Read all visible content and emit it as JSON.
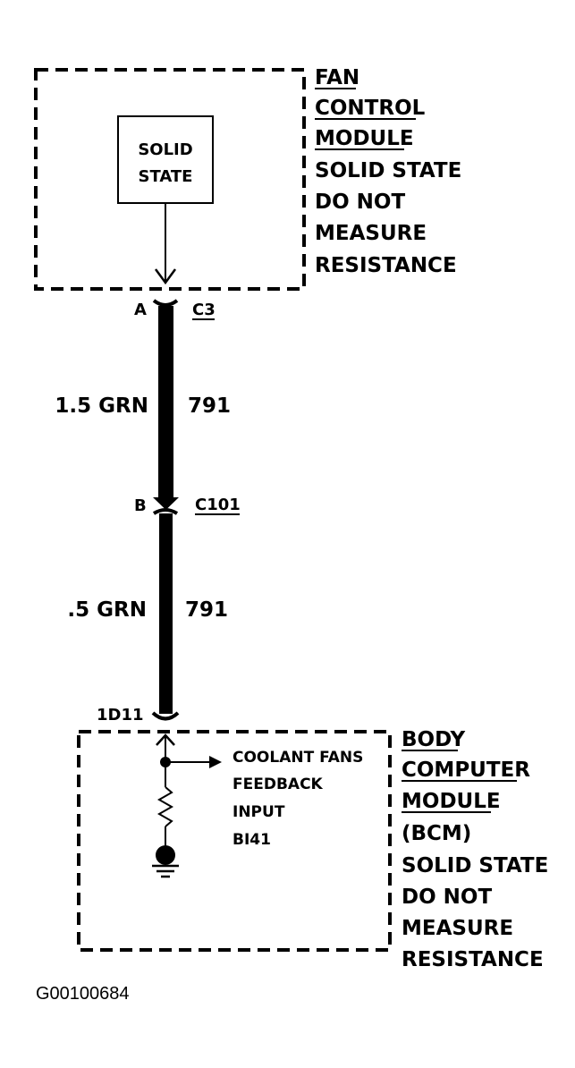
{
  "fan_control_module": {
    "title_lines": [
      "FAN",
      "CONTROL",
      "MODULE"
    ],
    "note_lines": [
      "SOLID STATE",
      "DO NOT",
      "MEASURE",
      "RESISTANCE"
    ],
    "inner_box_lines": [
      "SOLID",
      "STATE"
    ]
  },
  "connectors": {
    "top": {
      "pin": "A",
      "connector": "C3"
    },
    "middle": {
      "pin": "B",
      "connector": "C101"
    },
    "bottom": {
      "pin": "1D11"
    }
  },
  "wires": [
    {
      "size_color": "1.5 GRN",
      "circuit": "791"
    },
    {
      "size_color": ".5 GRN",
      "circuit": "791"
    }
  ],
  "body_computer_module": {
    "title_lines": [
      "BODY",
      "COMPUTER",
      "MODULE"
    ],
    "note_lines": [
      "(BCM)",
      "SOLID STATE",
      "DO NOT",
      "MEASURE",
      "RESISTANCE"
    ],
    "input_lines": [
      "COOLANT FANS",
      "FEEDBACK",
      "INPUT",
      "BI41"
    ]
  },
  "figure_code": "G00100684"
}
